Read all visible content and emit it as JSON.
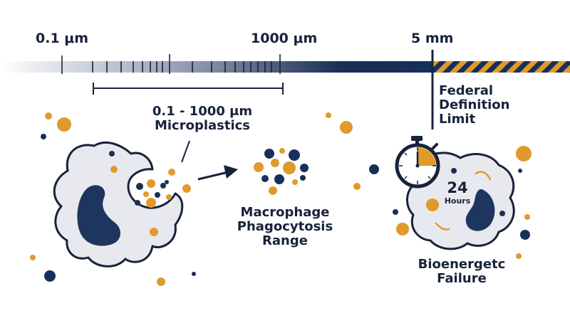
{
  "scale": {
    "tick_left": "0.1 μm",
    "tick_mid": "1000 μm",
    "tick_right": "5 mm"
  },
  "labels": {
    "range_line1": "0.1 - 1000 μm",
    "range_line2": "Microplastics",
    "federal_line1": "Federal",
    "federal_line2": "Definition",
    "federal_line3": "Limit",
    "phago_line1": "Macrophage",
    "phago_line2": "Phagocytosis",
    "phago_line3": "Range",
    "timer_value": "24",
    "timer_unit": "Hours",
    "failure_line1": "Bioenergetc",
    "failure_line2": "Failure"
  },
  "colors": {
    "navy": "#17305a",
    "orange": "#e09a2a",
    "cell_fill": "#e8e9ee",
    "cell_stroke": "#17223b"
  }
}
